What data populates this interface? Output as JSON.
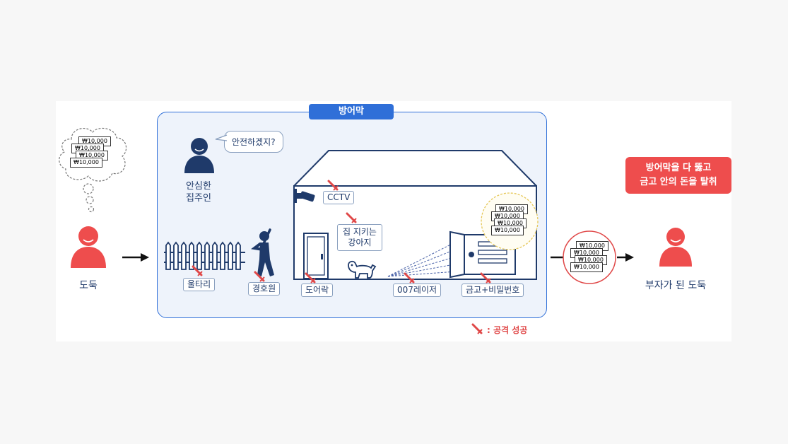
{
  "defense_title": "방어막",
  "homeowner": {
    "label_line1": "안심한",
    "label_line2": "집주인",
    "speech": "안전하겠지?"
  },
  "thief": {
    "label": "도둑"
  },
  "rich_thief": {
    "label": "부자가 된 도둑"
  },
  "result_box": {
    "line1": "방어막을 다 뚫고",
    "line2": "금고 안의 돈을 탈취"
  },
  "money_note": "₩10,000",
  "money_note_partial": "₩10,000",
  "defenses": {
    "fence": "울타리",
    "guard": "경호원",
    "door_lock": "도어락",
    "cctv": "CCTV",
    "dog_line1": "집 지키는",
    "dog_line2": "강아지",
    "laser": "007레이저",
    "safe": "금고+비밀번호"
  },
  "legend": {
    "text": ": 공격 성공"
  },
  "colors": {
    "navy": "#1f3a6a",
    "accent_blue": "#2f6fd8",
    "red": "#ee4d4d",
    "panel_bg": "#eef3fb"
  }
}
